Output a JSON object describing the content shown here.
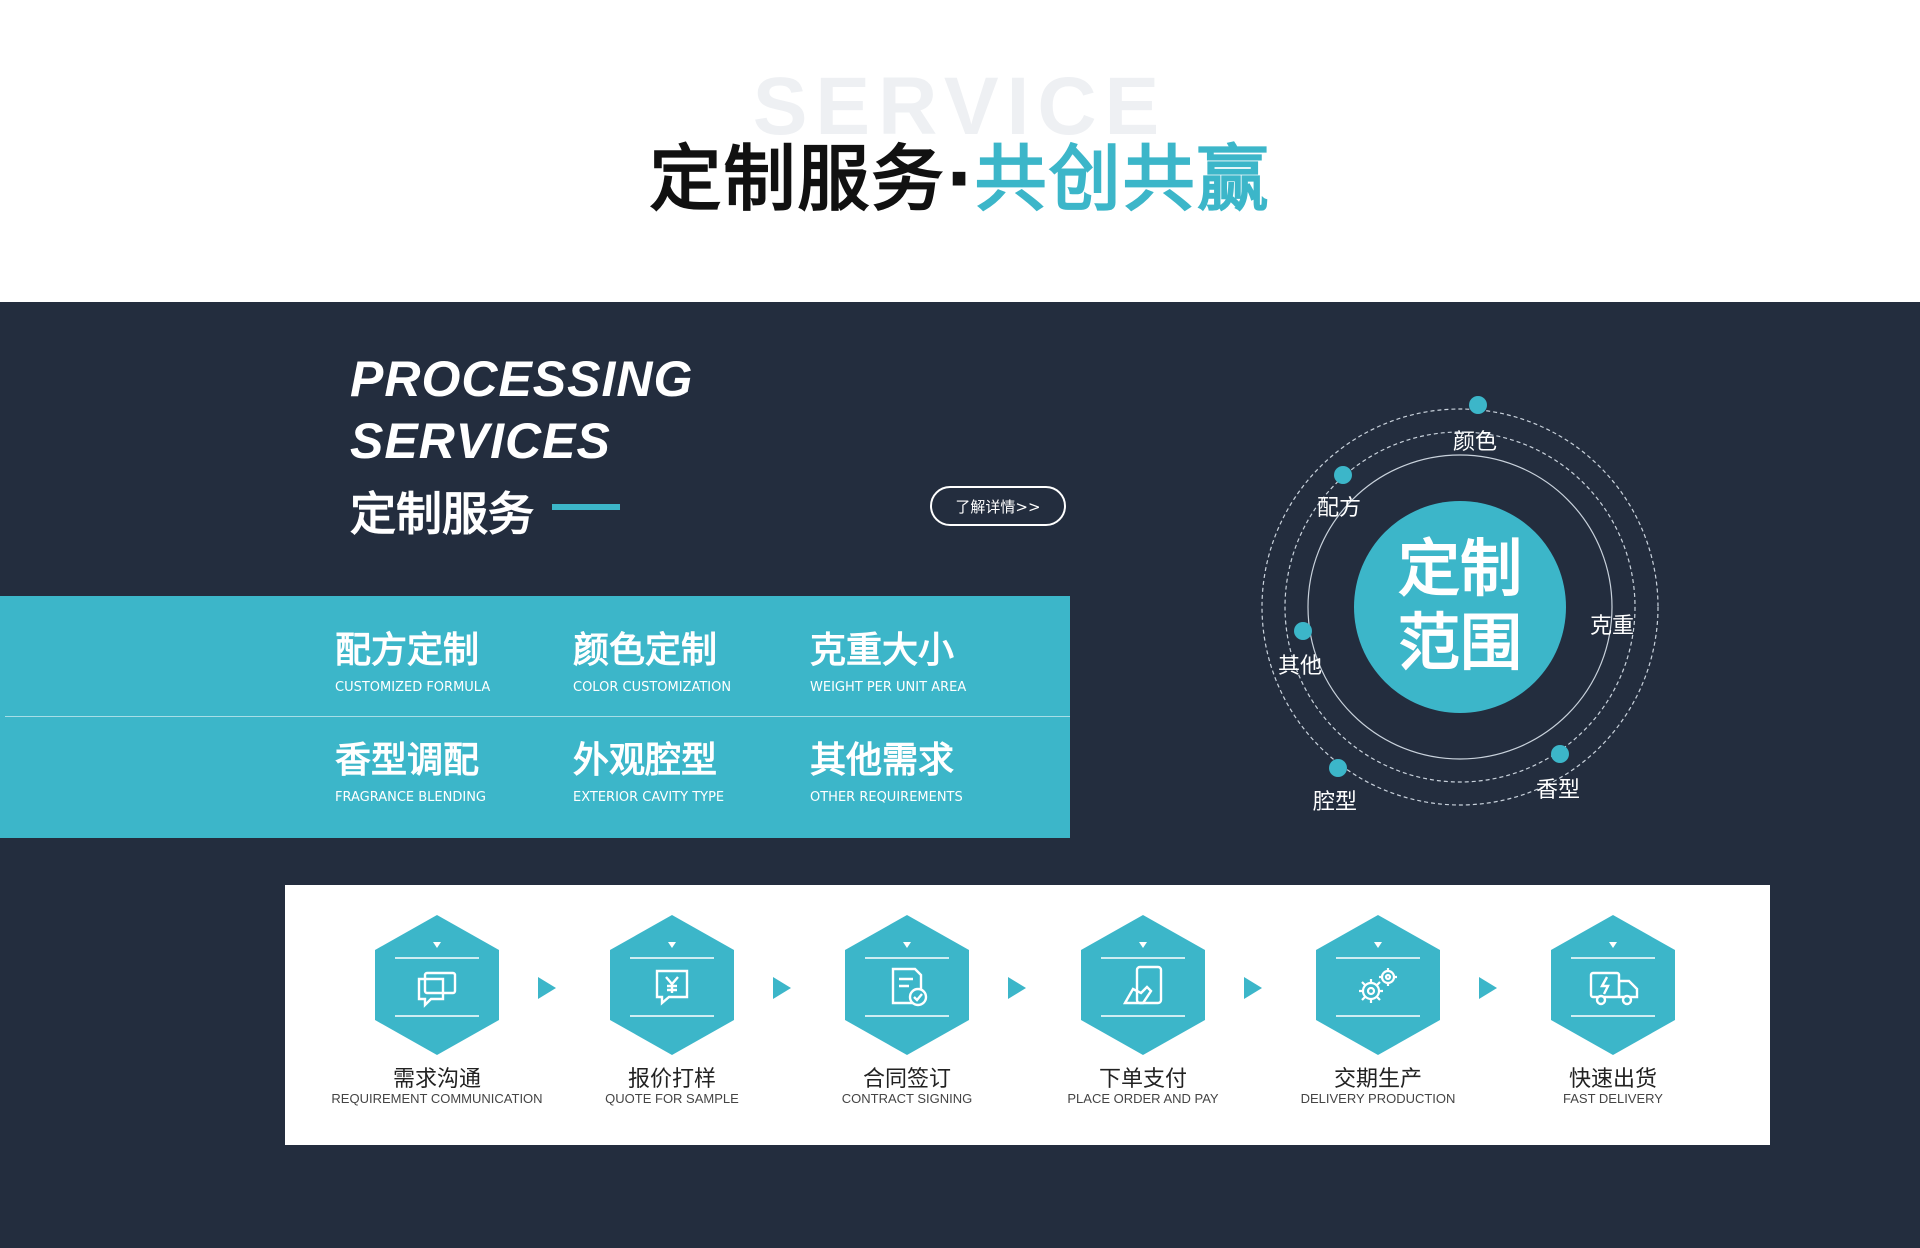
{
  "header": {
    "watermark": "SERVICE",
    "title_black": "定制服务·",
    "title_teal": "共创共赢"
  },
  "intro": {
    "line1": "PROCESSING",
    "line2": "SERVICES",
    "cn_title": "定制服务",
    "more_button": "了解详情>>"
  },
  "options": [
    {
      "cn": "配方定制",
      "en": "CUSTOMIZED FORMULA"
    },
    {
      "cn": "颜色定制",
      "en": "COLOR CUSTOMIZATION"
    },
    {
      "cn": "克重大小",
      "en": "WEIGHT PER UNIT AREA"
    },
    {
      "cn": "香型调配",
      "en": "FRAGRANCE BLENDING"
    },
    {
      "cn": "外观腔型",
      "en": "EXTERIOR CAVITY TYPE"
    },
    {
      "cn": "其他需求",
      "en": "OTHER REQUIREMENTS"
    }
  ],
  "scope": {
    "center_line1": "定制",
    "center_line2": "范围",
    "labels": [
      "颜色",
      "配方",
      "克重",
      "其他",
      "腔型",
      "香型"
    ]
  },
  "steps": [
    {
      "cn": "需求沟通",
      "en": "REQUIREMENT COMMUNICATION",
      "icon": "chat-icon"
    },
    {
      "cn": "报价打样",
      "en": "QUOTE FOR SAMPLE",
      "icon": "yen-message-icon"
    },
    {
      "cn": "合同签订",
      "en": "CONTRACT SIGNING",
      "icon": "contract-check-icon"
    },
    {
      "cn": "下单支付",
      "en": "PLACE ORDER AND PAY",
      "icon": "phone-hand-icon"
    },
    {
      "cn": "交期生产",
      "en": "DELIVERY PRODUCTION",
      "icon": "gears-icon"
    },
    {
      "cn": "快速出货",
      "en": "FAST DELIVERY",
      "icon": "truck-icon"
    }
  ],
  "colors": {
    "accent": "#3cb6c9",
    "dark": "#232d3e"
  }
}
